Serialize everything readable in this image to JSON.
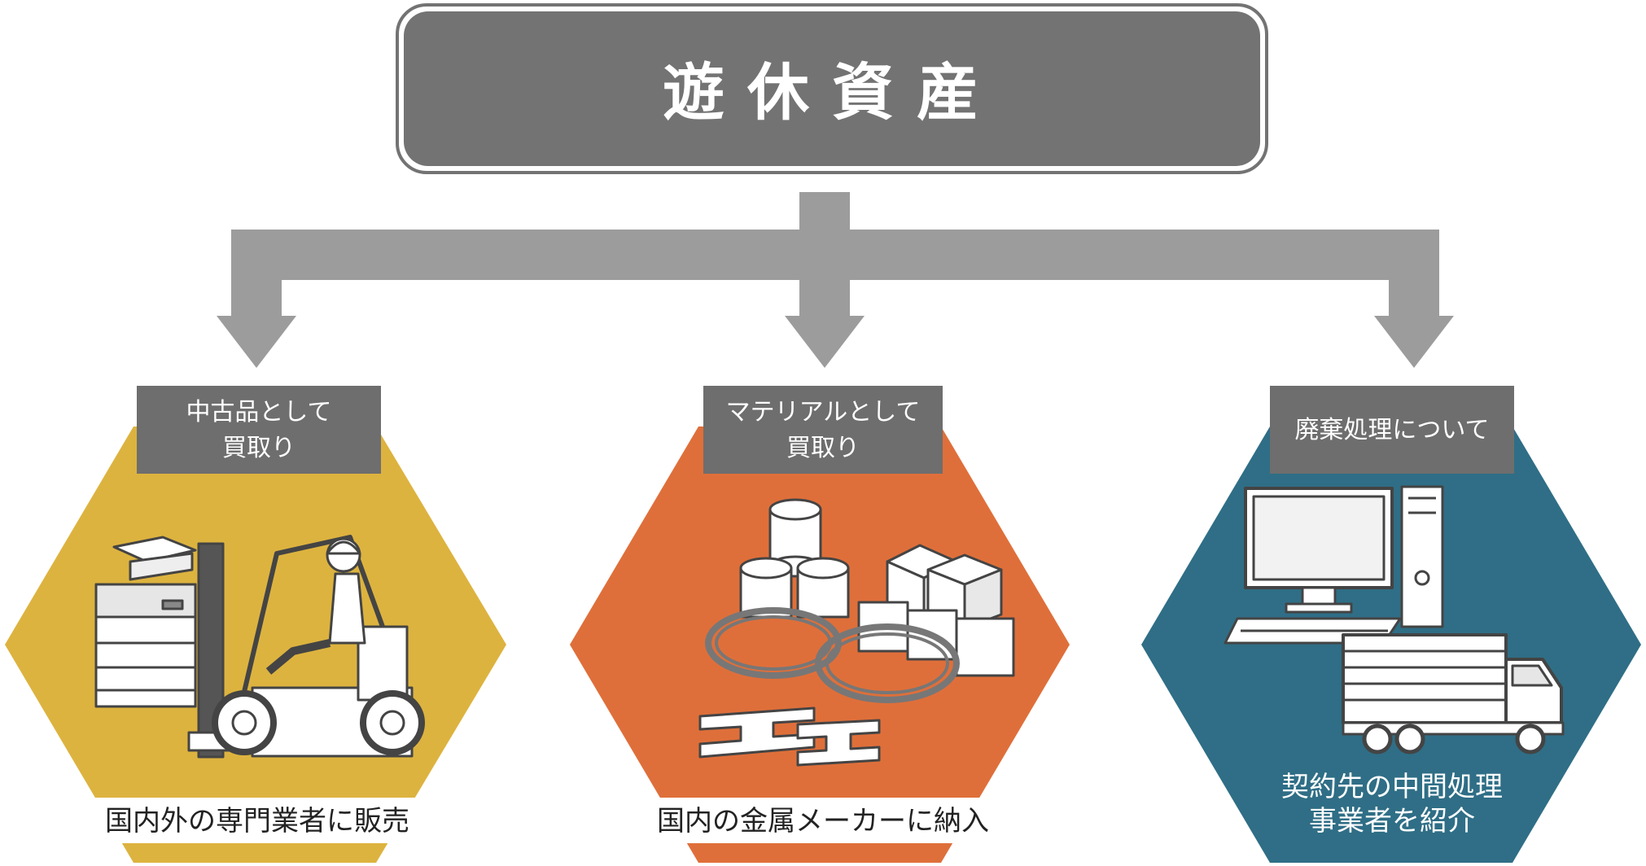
{
  "title": "遊休資産",
  "colors": {
    "title_box": "#737373",
    "arrow": "#9c9c9c",
    "tab": "#6e6e6e",
    "hex_1": "#ddb33f",
    "hex_2": "#df6f3a",
    "hex_3": "#2f6e86"
  },
  "branches": [
    {
      "tab_lines": [
        "中古品として",
        "買取り"
      ],
      "icon": "copier-forklift-icon",
      "desc_lines": [
        "国内外の専門業者に販売"
      ]
    },
    {
      "tab_lines": [
        "マテリアルとして",
        "買取り"
      ],
      "icon": "metal-materials-icon",
      "desc_lines": [
        "国内の金属メーカーに納入"
      ]
    },
    {
      "tab_lines": [
        "廃棄処理について"
      ],
      "icon": "computer-truck-icon",
      "desc_lines": [
        "契約先の中間処理",
        "事業者を紹介"
      ]
    }
  ]
}
